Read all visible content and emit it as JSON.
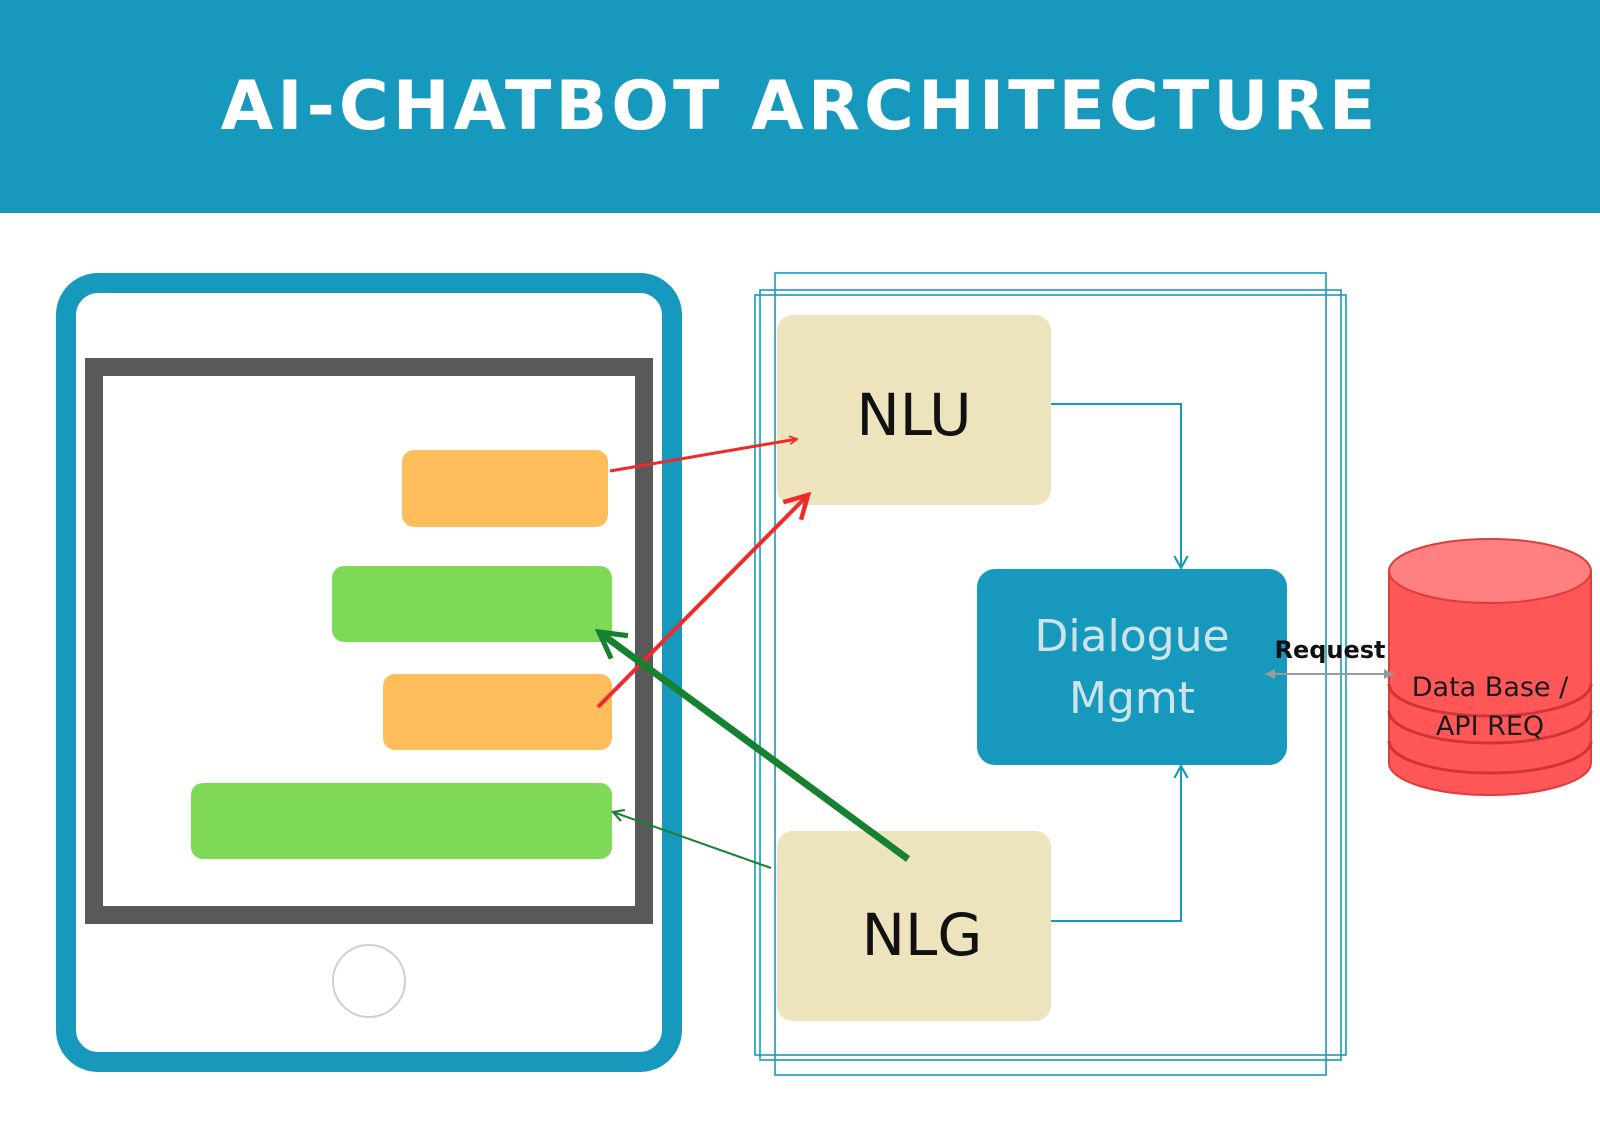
{
  "header": {
    "title": "AI-CHATBOT ARCHITECTURE"
  },
  "nodes": {
    "nlu": "NLU",
    "nlg": "NLG",
    "dialogue_line1": "Dialogue",
    "dialogue_line2": "Mgmt",
    "database_line1": "Data Base /",
    "database_line2": "API REQ"
  },
  "edges": {
    "request_label": "Request"
  },
  "colors": {
    "header_bg": "#1799bd",
    "device_frame": "#1799bd",
    "screen_border": "#595959",
    "user_bubble": "#fdbd5a",
    "bot_bubble": "#7ed957",
    "module_box": "#ede3bc",
    "dialogue_box": "#1799bd",
    "database": "#ff5757",
    "arrow_user": "#ee2a2a",
    "arrow_bot": "#16812f"
  },
  "chat_bubbles": [
    {
      "role": "user"
    },
    {
      "role": "bot"
    },
    {
      "role": "user"
    },
    {
      "role": "bot"
    }
  ]
}
